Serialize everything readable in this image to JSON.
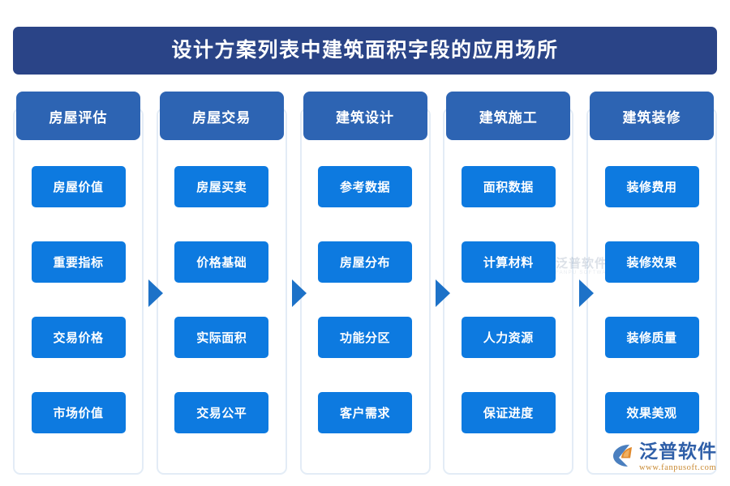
{
  "title": {
    "text": "设计方案列表中建筑面积字段的应用场所"
  },
  "colors": {
    "title_banner": "#2a4487",
    "column_header": "#2d64b3",
    "item_box": "#0d7ae0",
    "arrow": "#1d72c8",
    "column_border": "#e3ecf6",
    "background": "#ffffff",
    "logo_blue": "#2f5fa8",
    "logo_orange": "#c98a33"
  },
  "columns": [
    {
      "header": "房屋评估",
      "items": [
        "房屋价值",
        "重要指标",
        "交易价格",
        "市场价值"
      ]
    },
    {
      "header": "房屋交易",
      "items": [
        "房屋买卖",
        "价格基础",
        "实际面积",
        "交易公平"
      ]
    },
    {
      "header": "建筑设计",
      "items": [
        "参考数据",
        "房屋分布",
        "功能分区",
        "客户需求"
      ]
    },
    {
      "header": "建筑施工",
      "items": [
        "面积数据",
        "计算材料",
        "人力资源",
        "保证进度"
      ]
    },
    {
      "header": "建筑装修",
      "items": [
        "装修费用",
        "装修效果",
        "装修质量",
        "效果美观"
      ]
    }
  ],
  "arrows": [
    {
      "name": "arrow-1"
    },
    {
      "name": "arrow-2"
    },
    {
      "name": "arrow-3"
    },
    {
      "name": "arrow-4"
    }
  ],
  "watermark": {
    "cn": "泛普软件",
    "en": "FANPU SOFTWARE"
  },
  "brand": {
    "name": "泛普软件",
    "url": "www.fanpusoft.com"
  }
}
